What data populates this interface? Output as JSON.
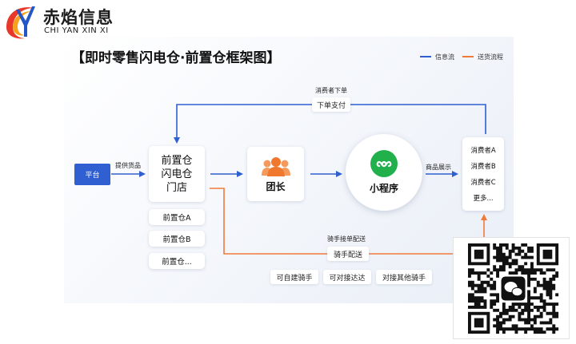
{
  "brand": {
    "name_cn": "赤焰信息",
    "name_en": "CHI YAN XIN XI"
  },
  "diagram": {
    "title": "【即时零售闪电仓·前置仓框架图】",
    "legend": [
      {
        "label": "信息流",
        "color": "#2f5fd0"
      },
      {
        "label": "送货流程",
        "color": "#f07a3a"
      }
    ],
    "platform": "平台",
    "provide_goods": "提供货品",
    "warehouse": {
      "line1": "前置仓",
      "line2": "闪电仓",
      "line3": "门店"
    },
    "sub_warehouses": [
      "前置仓A",
      "前置仓B",
      "前置仓..."
    ],
    "leader": "团长",
    "mini_program": "小程序",
    "product_display": "商品展示",
    "consumers": [
      "消费者A",
      "消费者B",
      "消费者C",
      "更多..."
    ],
    "top_flow": {
      "caption": "消费者下单",
      "chip": "下单支付"
    },
    "rider_flow": {
      "caption": "骑手接单配送",
      "chip": "骑手配送"
    },
    "rider_options": [
      "可自建骑手",
      "可对接达达",
      "对接其他骑手"
    ]
  },
  "colors": {
    "info": "#2f5fd0",
    "delivery": "#f07a3a",
    "wechat_green": "#21b04c",
    "leader_orange": "#f0782e"
  }
}
